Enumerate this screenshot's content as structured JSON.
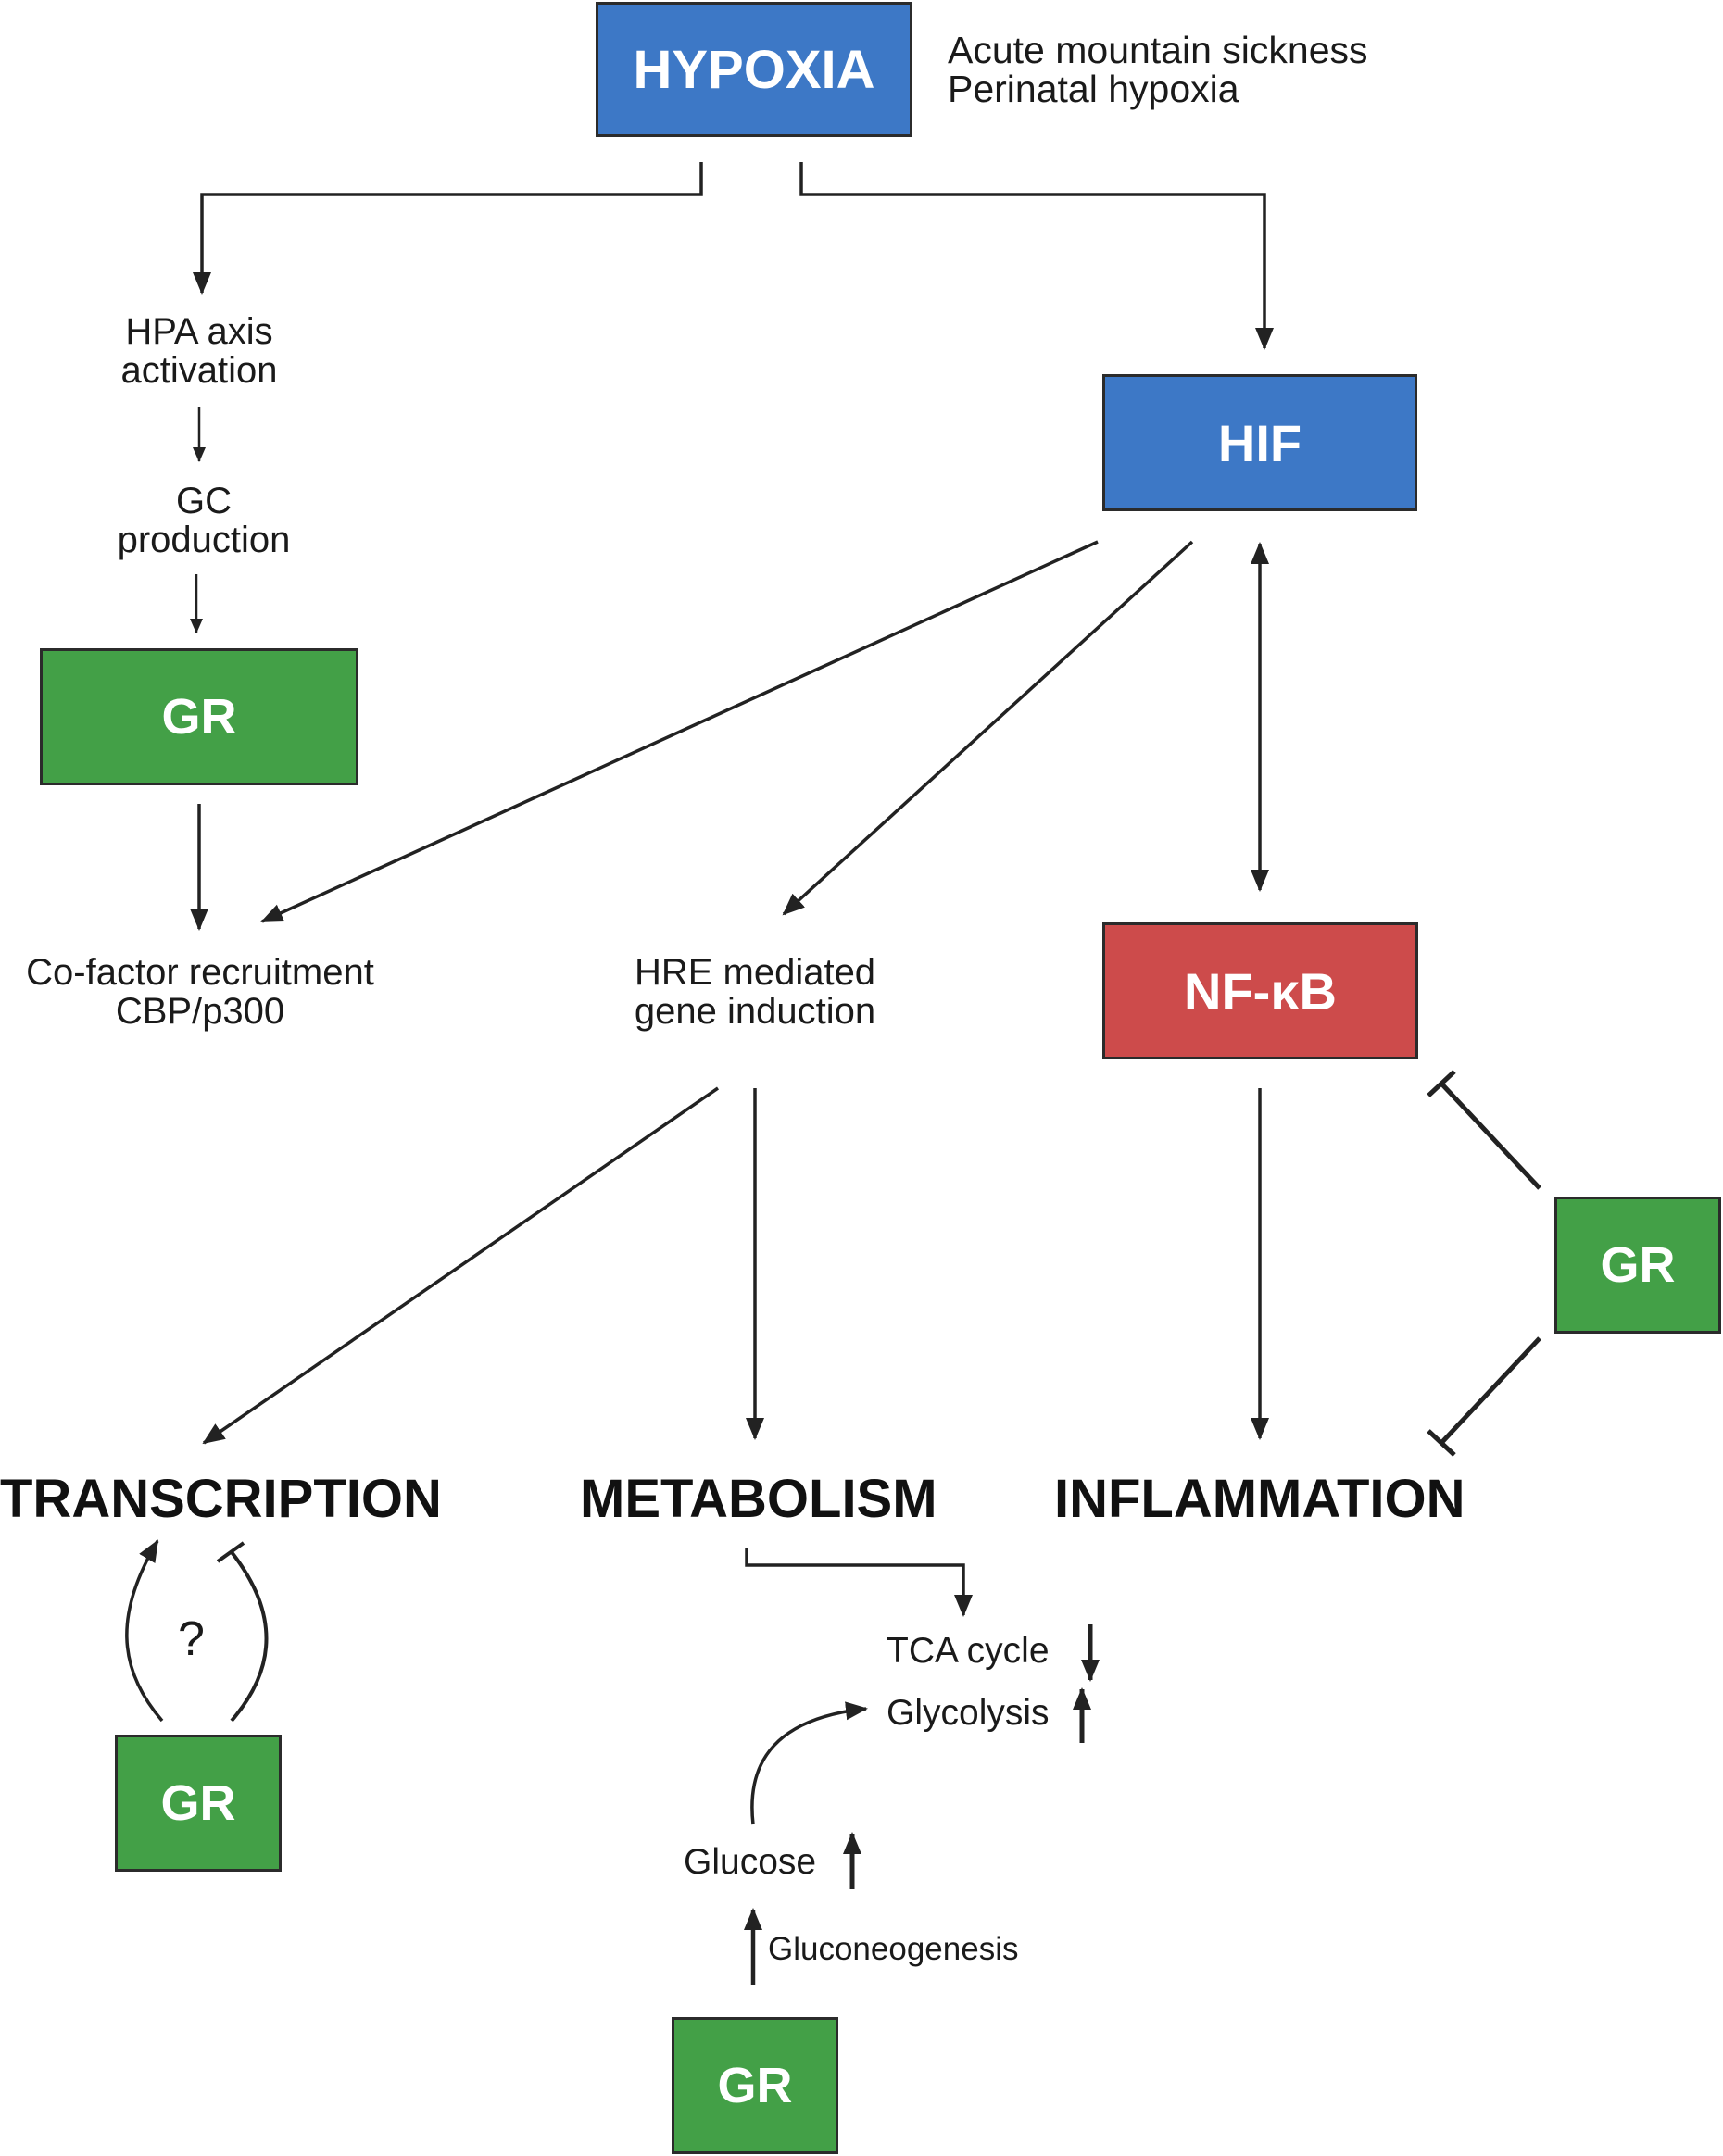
{
  "colors": {
    "blue": "#3d78c6",
    "green": "#43a047",
    "red": "#cd4b4b",
    "arrow": "#222222"
  },
  "nodes": {
    "hypoxia": "HYPOXIA",
    "hif": "HIF",
    "nfkb": "NF-κB",
    "gr_hpa": "GR",
    "gr_inflammation": "GR",
    "gr_transcription": "GR",
    "gr_metabolism": "GR"
  },
  "hypoxia_causes": [
    "Acute mountain sickness",
    "Perinatal hypoxia"
  ],
  "steps": {
    "hpa_axis": [
      "HPA axis",
      "activation"
    ],
    "gc_production": [
      "GC",
      "production"
    ],
    "cofactor": [
      "Co-factor recruitment",
      "CBP/p300"
    ],
    "hre": [
      "HRE mediated",
      "gene induction"
    ]
  },
  "outcomes": {
    "transcription": "TRANSCRIPTION",
    "metabolism": "METABOLISM",
    "inflammation": "INFLAMMATION"
  },
  "metabolic": {
    "tca": "TCA cycle",
    "glycolysis": "Glycolysis",
    "glucose": "Glucose",
    "gluconeogenesis": "Gluconeogenesis",
    "question": "?"
  }
}
